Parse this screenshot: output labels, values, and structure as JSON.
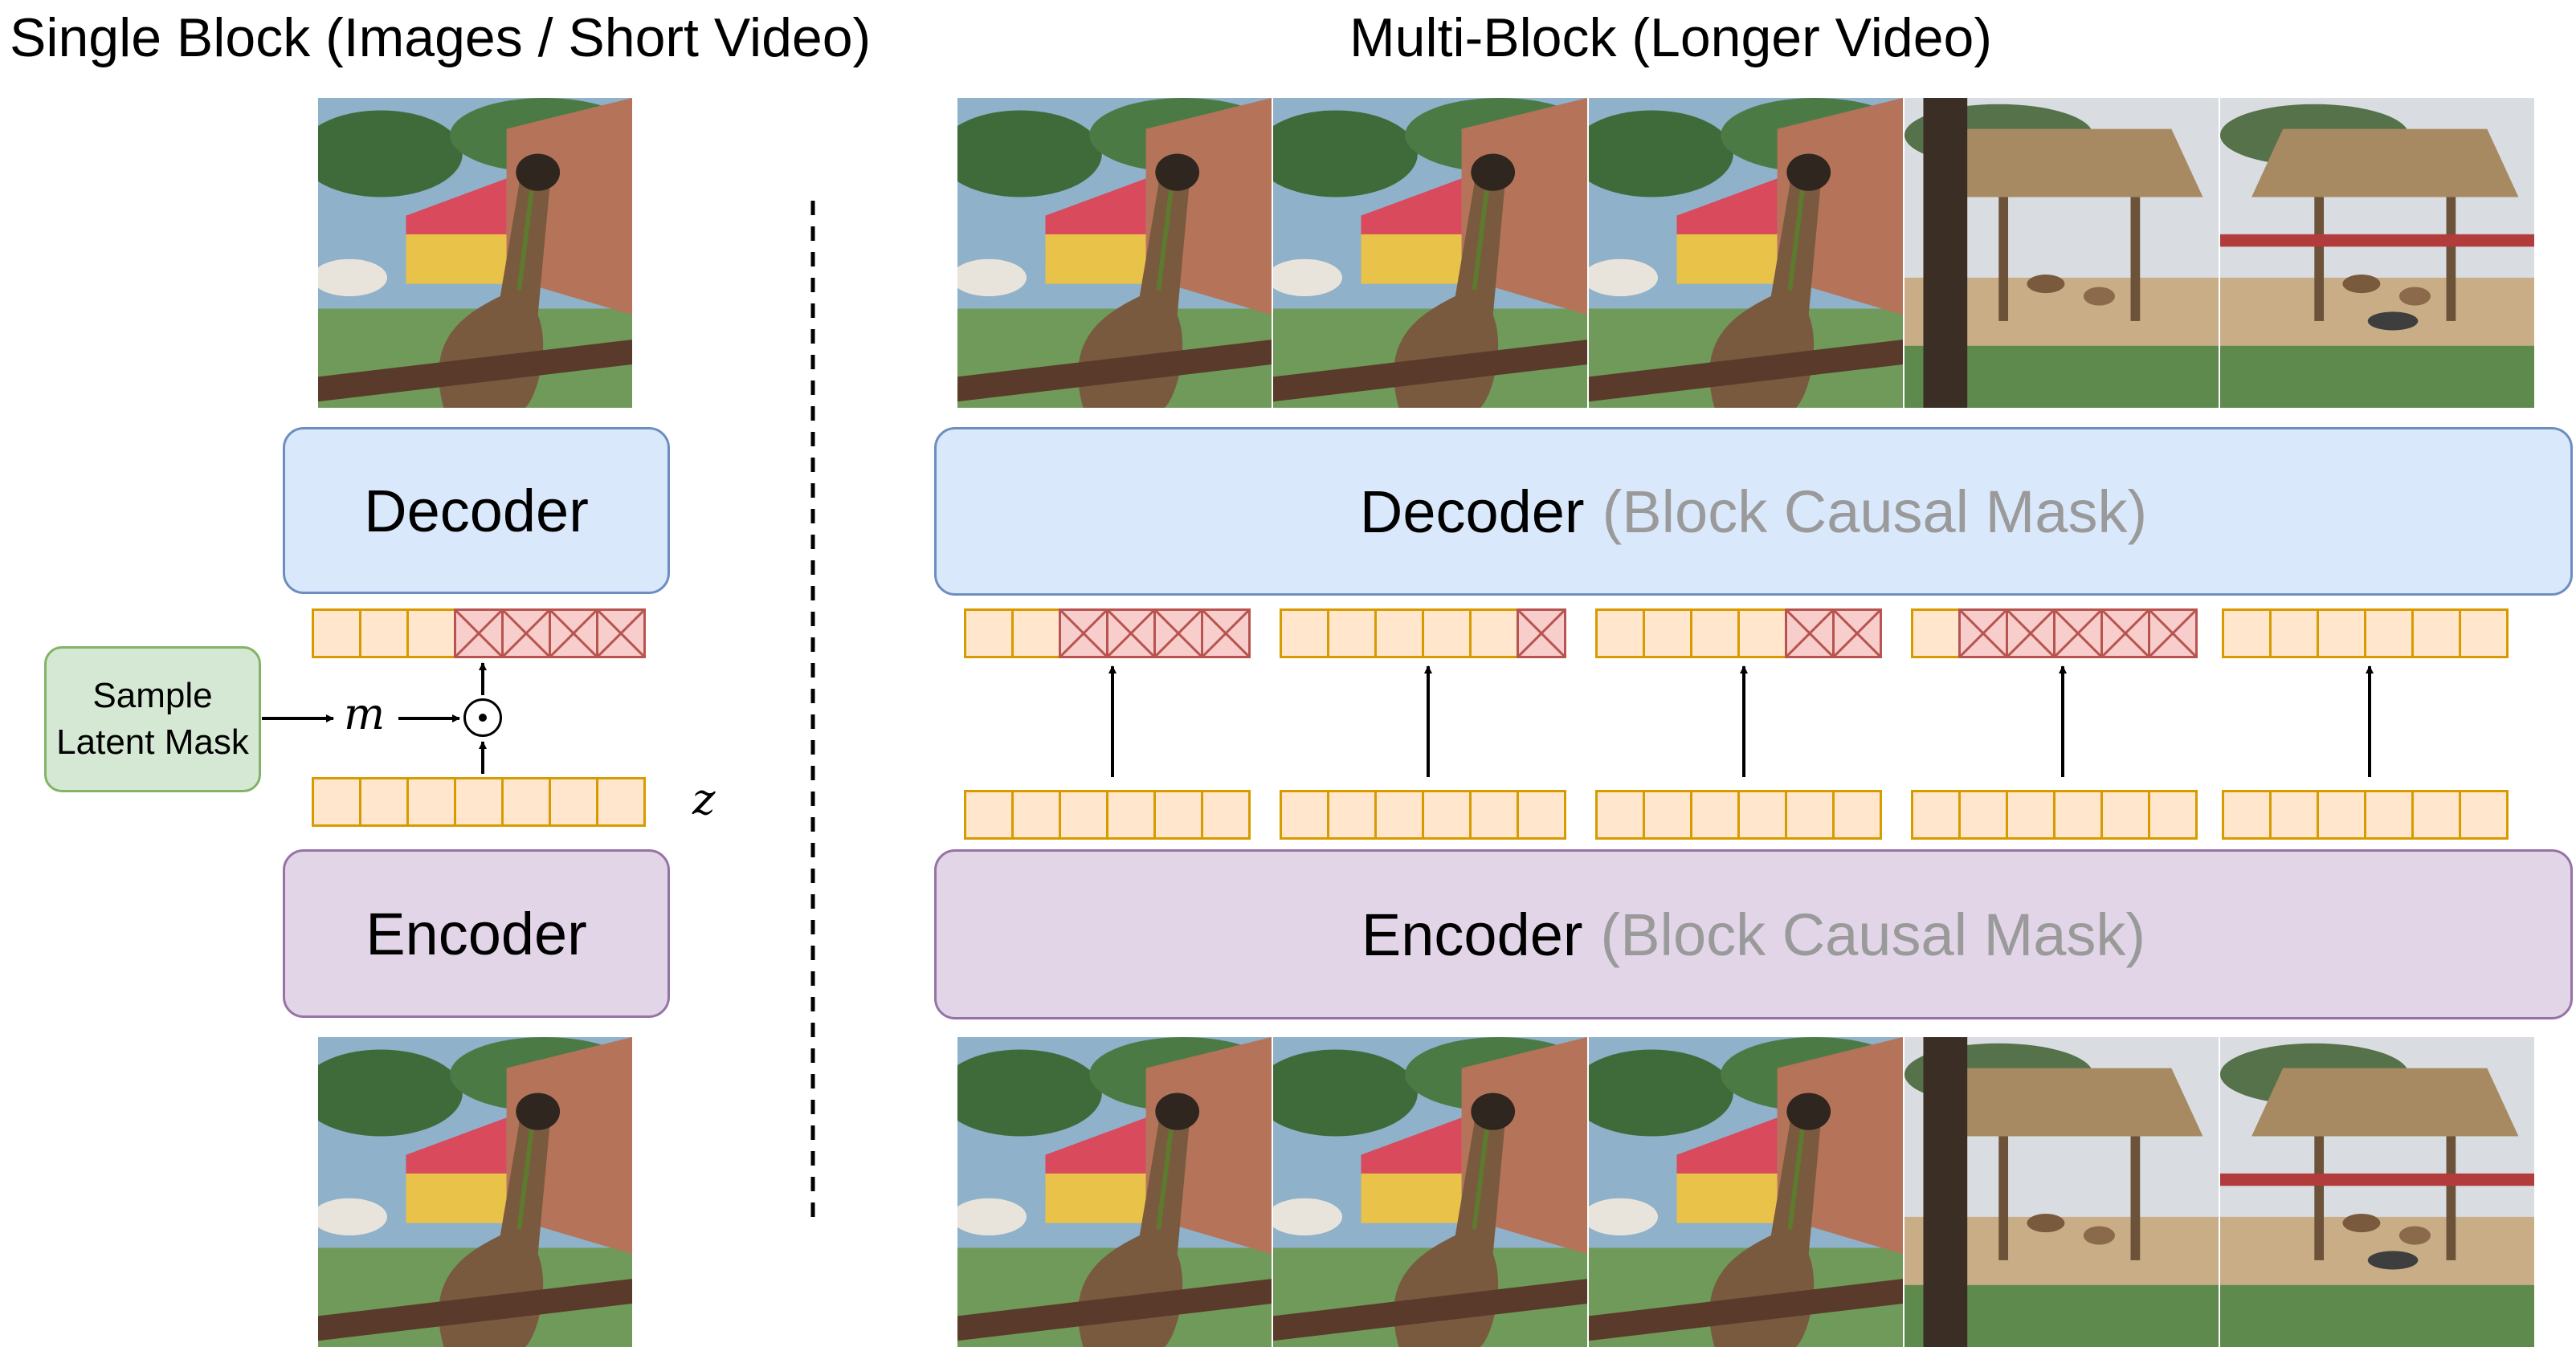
{
  "titles": {
    "single_block": "Single Block (Images / Short Video)",
    "multi_block": "Multi-Block (Longer Video)"
  },
  "single": {
    "decoder_label": "Decoder",
    "encoder_label": "Encoder",
    "sample_mask_line1": "Sample",
    "sample_mask_line2": "Latent Mask",
    "mask_symbol": "m",
    "latent_symbol": "z",
    "latent_cells": 7,
    "masked_cells": [
      3,
      4,
      5,
      6
    ]
  },
  "multi": {
    "decoder_label": "Decoder",
    "encoder_label": "Encoder",
    "mask_note": "(Block Causal Mask)",
    "frames": [
      "llama-closeup-1",
      "llama-closeup-2",
      "llama-closeup-3",
      "pole-and-huts",
      "huts-and-alpacas"
    ],
    "blocks": [
      {
        "cells": 6,
        "masked": [
          2,
          3,
          4,
          5
        ]
      },
      {
        "cells": 6,
        "masked": [
          5
        ]
      },
      {
        "cells": 6,
        "masked": [
          4,
          5
        ]
      },
      {
        "cells": 6,
        "masked": [
          1,
          2,
          3,
          4,
          5
        ]
      },
      {
        "cells": 6,
        "masked": []
      }
    ]
  },
  "colors": {
    "decoder_fill": "#dae8fc",
    "decoder_border": "#6c8ebf",
    "encoder_fill": "#e1d5e7",
    "encoder_border": "#9673a6",
    "sample_fill": "#d5e8d4",
    "sample_border": "#82b366",
    "latent_fill": "#ffe6cc",
    "latent_border": "#d79b00",
    "masked_fill": "#f8cecc",
    "masked_border": "#b85450"
  }
}
